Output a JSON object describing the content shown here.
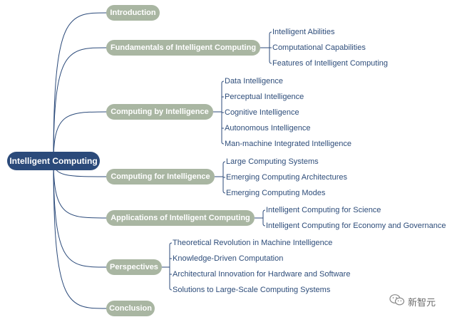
{
  "root": "Intelligent Computing",
  "branches": [
    {
      "label": "Introduction",
      "children": []
    },
    {
      "label": "Fundamentals of Intelligent Computing",
      "children": [
        "Intelligent Abilities",
        "Computational Capabilities",
        "Features of Intelligent Computing"
      ]
    },
    {
      "label": "Computing by Intelligence",
      "children": [
        "Data Intelligence",
        "Perceptual Intelligence",
        "Cognitive Intelligence",
        "Autonomous Intelligence",
        "Man-machine Integrated Intelligence"
      ]
    },
    {
      "label": "Computing for Intelligence",
      "children": [
        "Large Computing Systems",
        "Emerging Computing Architectures",
        "Emerging Computing Modes"
      ]
    },
    {
      "label": "Applications of Intelligent Computing",
      "children": [
        "Intelligent Computing for Science",
        "Intelligent Computing for Economy and Governance"
      ]
    },
    {
      "label": "Perspectives",
      "children": [
        "Theoretical Revolution in Machine Intelligence",
        "Knowledge-Driven Computation",
        "Architectural Innovation for Hardware and Software",
        "Solutions to Large-Scale Computing Systems"
      ]
    },
    {
      "label": "Conclusion",
      "children": []
    }
  ],
  "watermark": {
    "text": "新智元",
    "icon": "wechat-icon"
  },
  "colors": {
    "root": "#2b4a7a",
    "branch": "#a9b6a2",
    "leaf_text": "#2e4d7a",
    "connector": "#2b4a7a"
  }
}
